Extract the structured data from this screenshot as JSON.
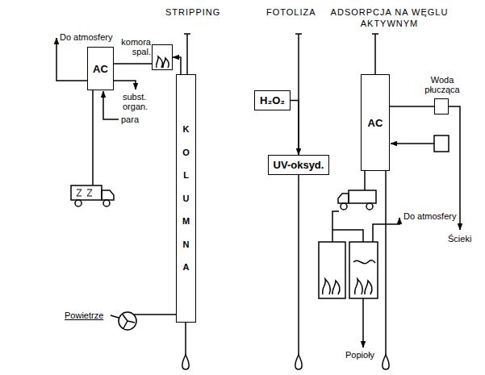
{
  "diagram": {
    "nodes": [
      {
        "text": [
          "komora spal."
        ]
      },
      {
        "text": [
          "AC"
        ]
      },
      {
        "text": [
          "KOLUMNA"
        ]
      },
      {
        "text": [
          "H₂O₂"
        ]
      },
      {
        "text": [
          "UV-oksyd."
        ]
      },
      {
        "text": [
          "AC"
        ]
      },
      {
        "text": [
          "Woda płucząca"
        ]
      }
    ],
    "edges": [
      {
        "from": 2,
        "to": 0,
        "arrow": "to"
      },
      {
        "from": 0,
        "to": 1,
        "arrow": "none"
      },
      {
        "from": 3,
        "to": 4,
        "arrow": "to"
      },
      {
        "from": 5,
        "to": 6,
        "arrow": "none"
      }
    ],
    "labels": [
      "STRIPPING",
      "FOTOLIZA",
      "ADSORPCJA NA WĘGLU AKTYWNYM",
      "Do atmosfery",
      "subst. organ.",
      "para",
      "Powietrze",
      "Do atmosfery",
      "Ścieki",
      "Popioły"
    ]
  }
}
